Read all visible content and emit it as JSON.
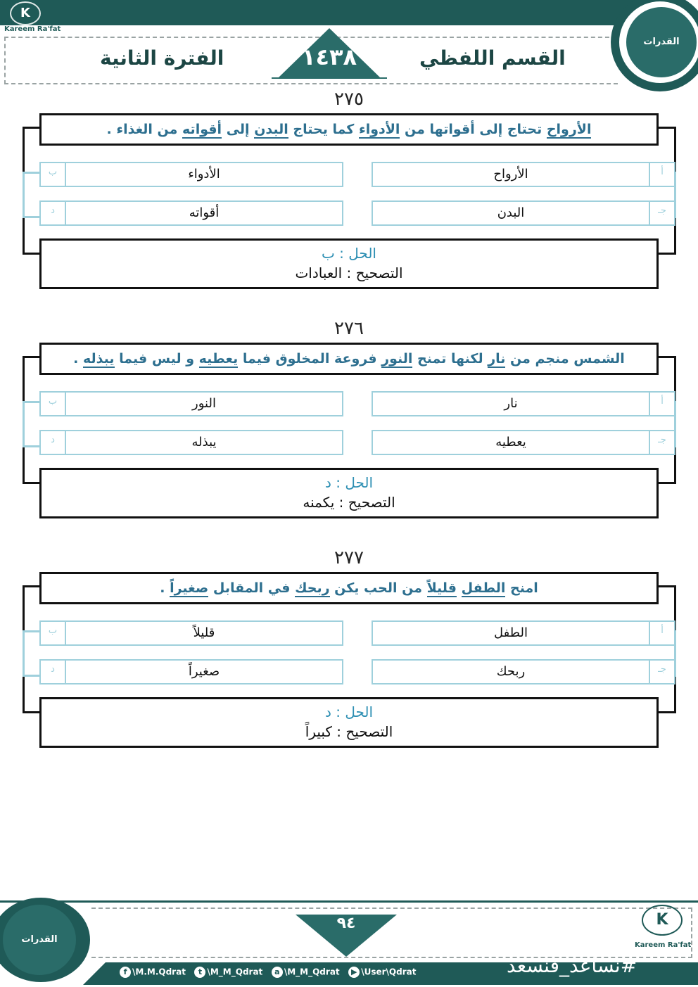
{
  "header": {
    "logo_letter": "K",
    "logo_name": "Kareem Ra'fat",
    "badge_text": "القدرات",
    "section_title": "القسم اللفظي",
    "year": "١٤٣٨",
    "period": "الفترة الثانية"
  },
  "questions": [
    {
      "number": "٢٧٥",
      "parts": [
        {
          "t": "الأرواح",
          "u": true
        },
        {
          "t": " تحتاج إلى أقواتها من ",
          "u": false
        },
        {
          "t": "الأدواء",
          "u": true
        },
        {
          "t": " كما يحتاج ",
          "u": false
        },
        {
          "t": "البدن",
          "u": true
        },
        {
          "t": " إلى ",
          "u": false
        },
        {
          "t": "أقواته",
          "u": true
        },
        {
          "t": " من الغذاء .",
          "u": false
        }
      ],
      "options": {
        "a_label": "أ",
        "a": "الأرواح",
        "b_label": "ب",
        "b": "الأدواء",
        "c_label": "جـ",
        "c": "البدن",
        "d_label": "د",
        "d": "أقواته"
      },
      "answer": "الحل : ب",
      "correction": "التصحيح : العبادات"
    },
    {
      "number": "٢٧٦",
      "parts": [
        {
          "t": "الشمس منجم من ",
          "u": false
        },
        {
          "t": "نار",
          "u": true
        },
        {
          "t": " لكنها تمنح ",
          "u": false
        },
        {
          "t": "النور",
          "u": true
        },
        {
          "t": " فروعة المخلوق فيما ",
          "u": false
        },
        {
          "t": "يعطيه",
          "u": true
        },
        {
          "t": " و ليس فيما ",
          "u": false
        },
        {
          "t": "يبذله",
          "u": true
        },
        {
          "t": " .",
          "u": false
        }
      ],
      "options": {
        "a_label": "أ",
        "a": "نار",
        "b_label": "ب",
        "b": "النور",
        "c_label": "جـ",
        "c": "يعطيه",
        "d_label": "د",
        "d": "يبذله"
      },
      "answer": "الحل : د",
      "correction": "التصحيح : يكمنه"
    },
    {
      "number": "٢٧٧",
      "parts": [
        {
          "t": "امنح ",
          "u": false
        },
        {
          "t": "الطفل",
          "u": true
        },
        {
          "t": " ",
          "u": false
        },
        {
          "t": "قليلاً",
          "u": true
        },
        {
          "t": " من الحب يكن ",
          "u": false
        },
        {
          "t": "ربحك",
          "u": true
        },
        {
          "t": " في المقابل ",
          "u": false
        },
        {
          "t": "صغيراً",
          "u": true
        },
        {
          "t": " .",
          "u": false
        }
      ],
      "options": {
        "a_label": "أ",
        "a": "الطفل",
        "b_label": "ب",
        "b": "قليلاً",
        "c_label": "جـ",
        "c": "ربحك",
        "d_label": "د",
        "d": "صغيراً"
      },
      "answer": "الحل : د",
      "correction": "التصحيح : كبيراً"
    }
  ],
  "footer": {
    "page_number": "٩٤",
    "badge_text": "القدرات",
    "logo_letter": "K",
    "logo_name": "Kareem Ra'fat",
    "facebook": "\\M.M.Qdrat",
    "twitter": "\\M_M_Qdrat",
    "ask": "\\M_M_Qdrat",
    "youtube": "\\User\\Qdrat",
    "hashtag": "#نساعد_فنسعد"
  },
  "colors": {
    "primary": "#1f5a57",
    "accent": "#2d6f8f",
    "option_border": "#9fd0dc"
  }
}
